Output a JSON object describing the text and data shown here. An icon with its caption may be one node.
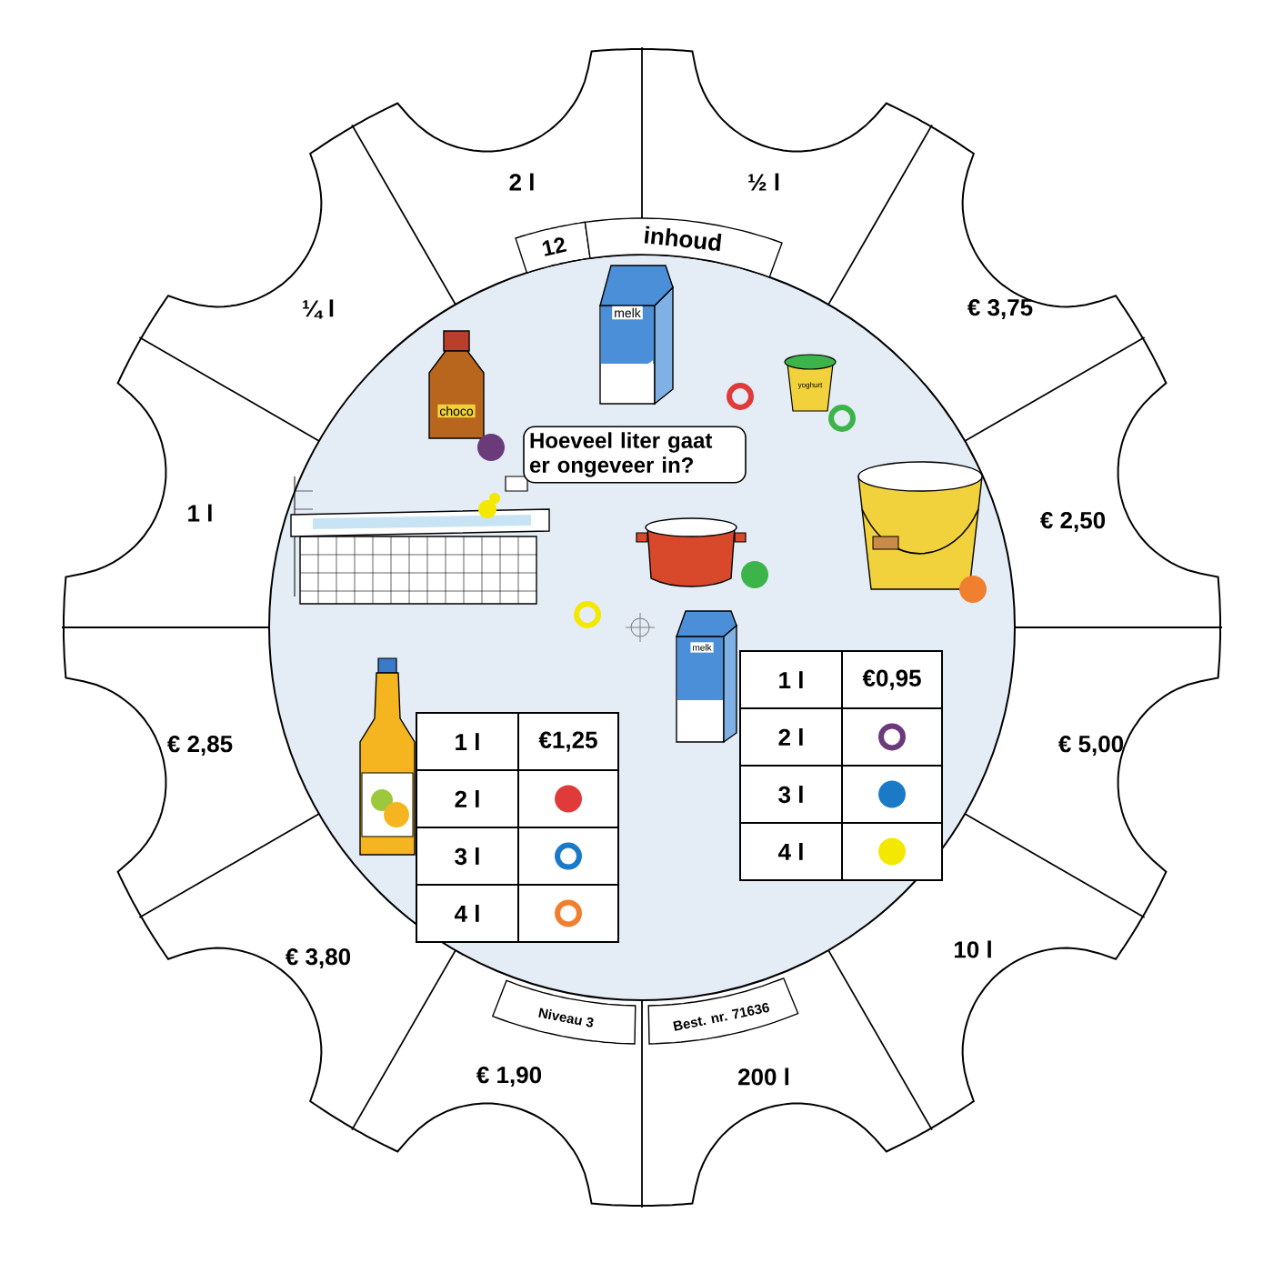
{
  "diagram": {
    "nodes": [
      {
        "text": [
          "Hoeveel liter gaat er ongeveer in?"
        ]
      }
    ],
    "labels": [
      "2 l",
      "½ l",
      "12",
      "inhoud",
      "¼ l",
      "€ 3,75",
      "melk",
      "yoghurt",
      "choco",
      "1 l",
      "€ 2,50",
      "melk",
      "1 l",
      "€1,25",
      "2 l",
      "3 l",
      "4 l",
      "1 l",
      "€0,95",
      "2 l",
      "3 l",
      "4 l",
      "€ 2,85",
      "€ 5,00",
      "10 l",
      "€ 3,80",
      "Niveau 3",
      "Best. nr. 71636",
      "€ 1,90",
      "200 l"
    ]
  }
}
